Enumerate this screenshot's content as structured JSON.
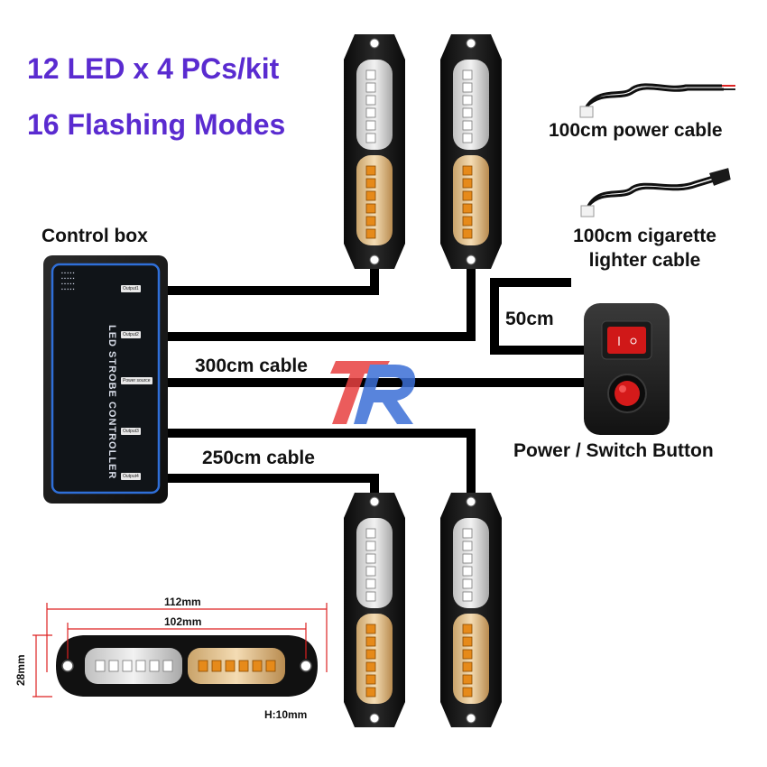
{
  "headline": {
    "line1": "12 LED x 4 PCs/kit",
    "line2": "16 Flashing Modes"
  },
  "labels": {
    "control_box": "Control box",
    "power_cable": "100cm power cable",
    "cig_cable_line1": "100cm cigarette",
    "cig_cable_line2": "lighter cable",
    "cable_50": "50cm",
    "cable_300": "300cm cable",
    "cable_250": "250cm cable",
    "switch": "Power / Switch Button"
  },
  "control_box": {
    "title": "LED STROBE CONTROLLER",
    "ports": [
      "Output1",
      "Output2",
      "Power source",
      "Output3",
      "Output4"
    ]
  },
  "dimensions": {
    "outer_width": "112mm",
    "inner_width": "102mm",
    "height": "28mm",
    "thickness": "H:10mm"
  },
  "colors": {
    "headline": "#5a2bd0",
    "white_led": "#ffffff",
    "amber_led": "#e68a1a",
    "switch_rocker": "#d01818",
    "logo_red": "#e84040",
    "logo_blue": "#3b6fd6"
  }
}
